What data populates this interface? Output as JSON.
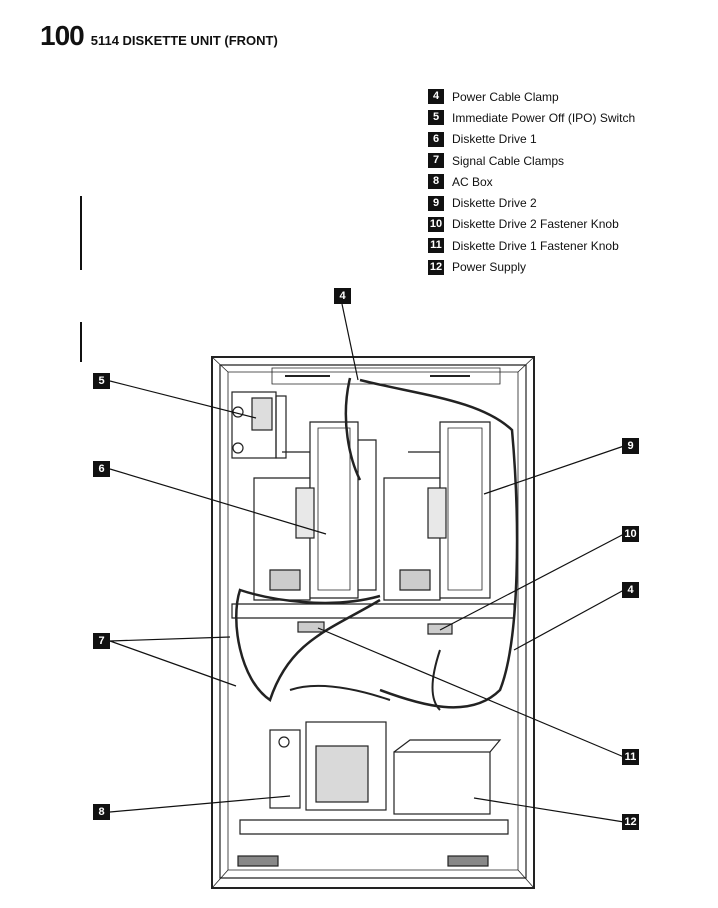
{
  "header": {
    "page_number": "100",
    "title": "5114 DISKETTE UNIT (FRONT)"
  },
  "legend": [
    {
      "num": "4",
      "label": "Power Cable Clamp"
    },
    {
      "num": "5",
      "label": "Immediate Power Off (IPO) Switch"
    },
    {
      "num": "6",
      "label": "Diskette Drive 1"
    },
    {
      "num": "7",
      "label": "Signal Cable Clamps"
    },
    {
      "num": "8",
      "label": "AC Box"
    },
    {
      "num": "9",
      "label": "Diskette Drive 2"
    },
    {
      "num": "10",
      "label": "Diskette Drive 2 Fastener Knob"
    },
    {
      "num": "11",
      "label": "Diskette Drive 1 Fastener Knob"
    },
    {
      "num": "12",
      "label": "Power Supply"
    }
  ],
  "callouts": {
    "c4_top": "4",
    "c5": "5",
    "c6": "6",
    "c7": "7",
    "c8": "8",
    "c9": "9",
    "c10": "10",
    "c4_right": "4",
    "c11": "11",
    "c12": "12"
  }
}
